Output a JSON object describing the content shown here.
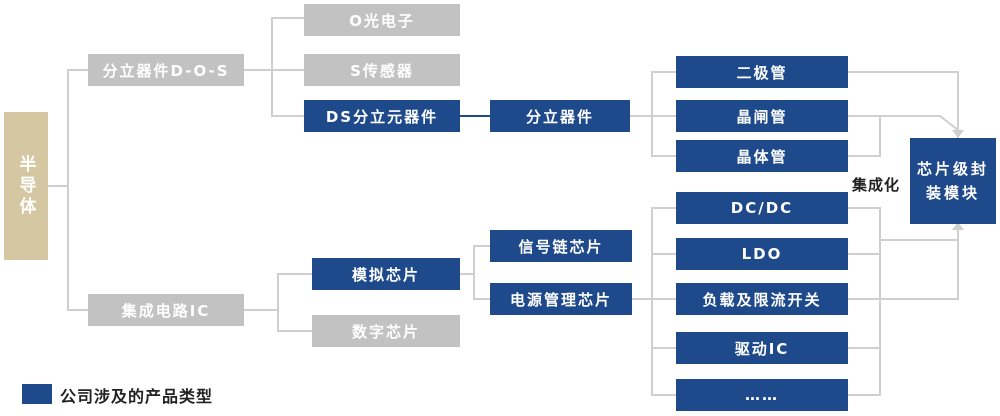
{
  "nodes": {
    "root": "半导体",
    "discrete_dos": "分立器件D-O-S",
    "opto": "O光电子",
    "sensor": "S传感器",
    "ds_discrete": "DS分立元器件",
    "discrete": "分立器件",
    "diode": "二极管",
    "thyristor": "晶闸管",
    "transistor": "晶体管",
    "ic": "集成电路IC",
    "analog": "模拟芯片",
    "digital": "数字芯片",
    "signal_chain": "信号链芯片",
    "power_mgmt": "电源管理芯片",
    "dcdc": "DC/DC",
    "ldo": "LDO",
    "load_switch": "负载及限流开关",
    "driver_ic": "驱动IC",
    "ellipsis": "……",
    "chip_package_line1": "芯片级封",
    "chip_package_line2": "装模块"
  },
  "labels": {
    "integration": "集成化"
  },
  "legend": {
    "text": "公司涉及的产品类型"
  },
  "colors": {
    "company_product": "#1e4a8c",
    "other": "#c2c2c2",
    "root": "#d5c7a2"
  }
}
